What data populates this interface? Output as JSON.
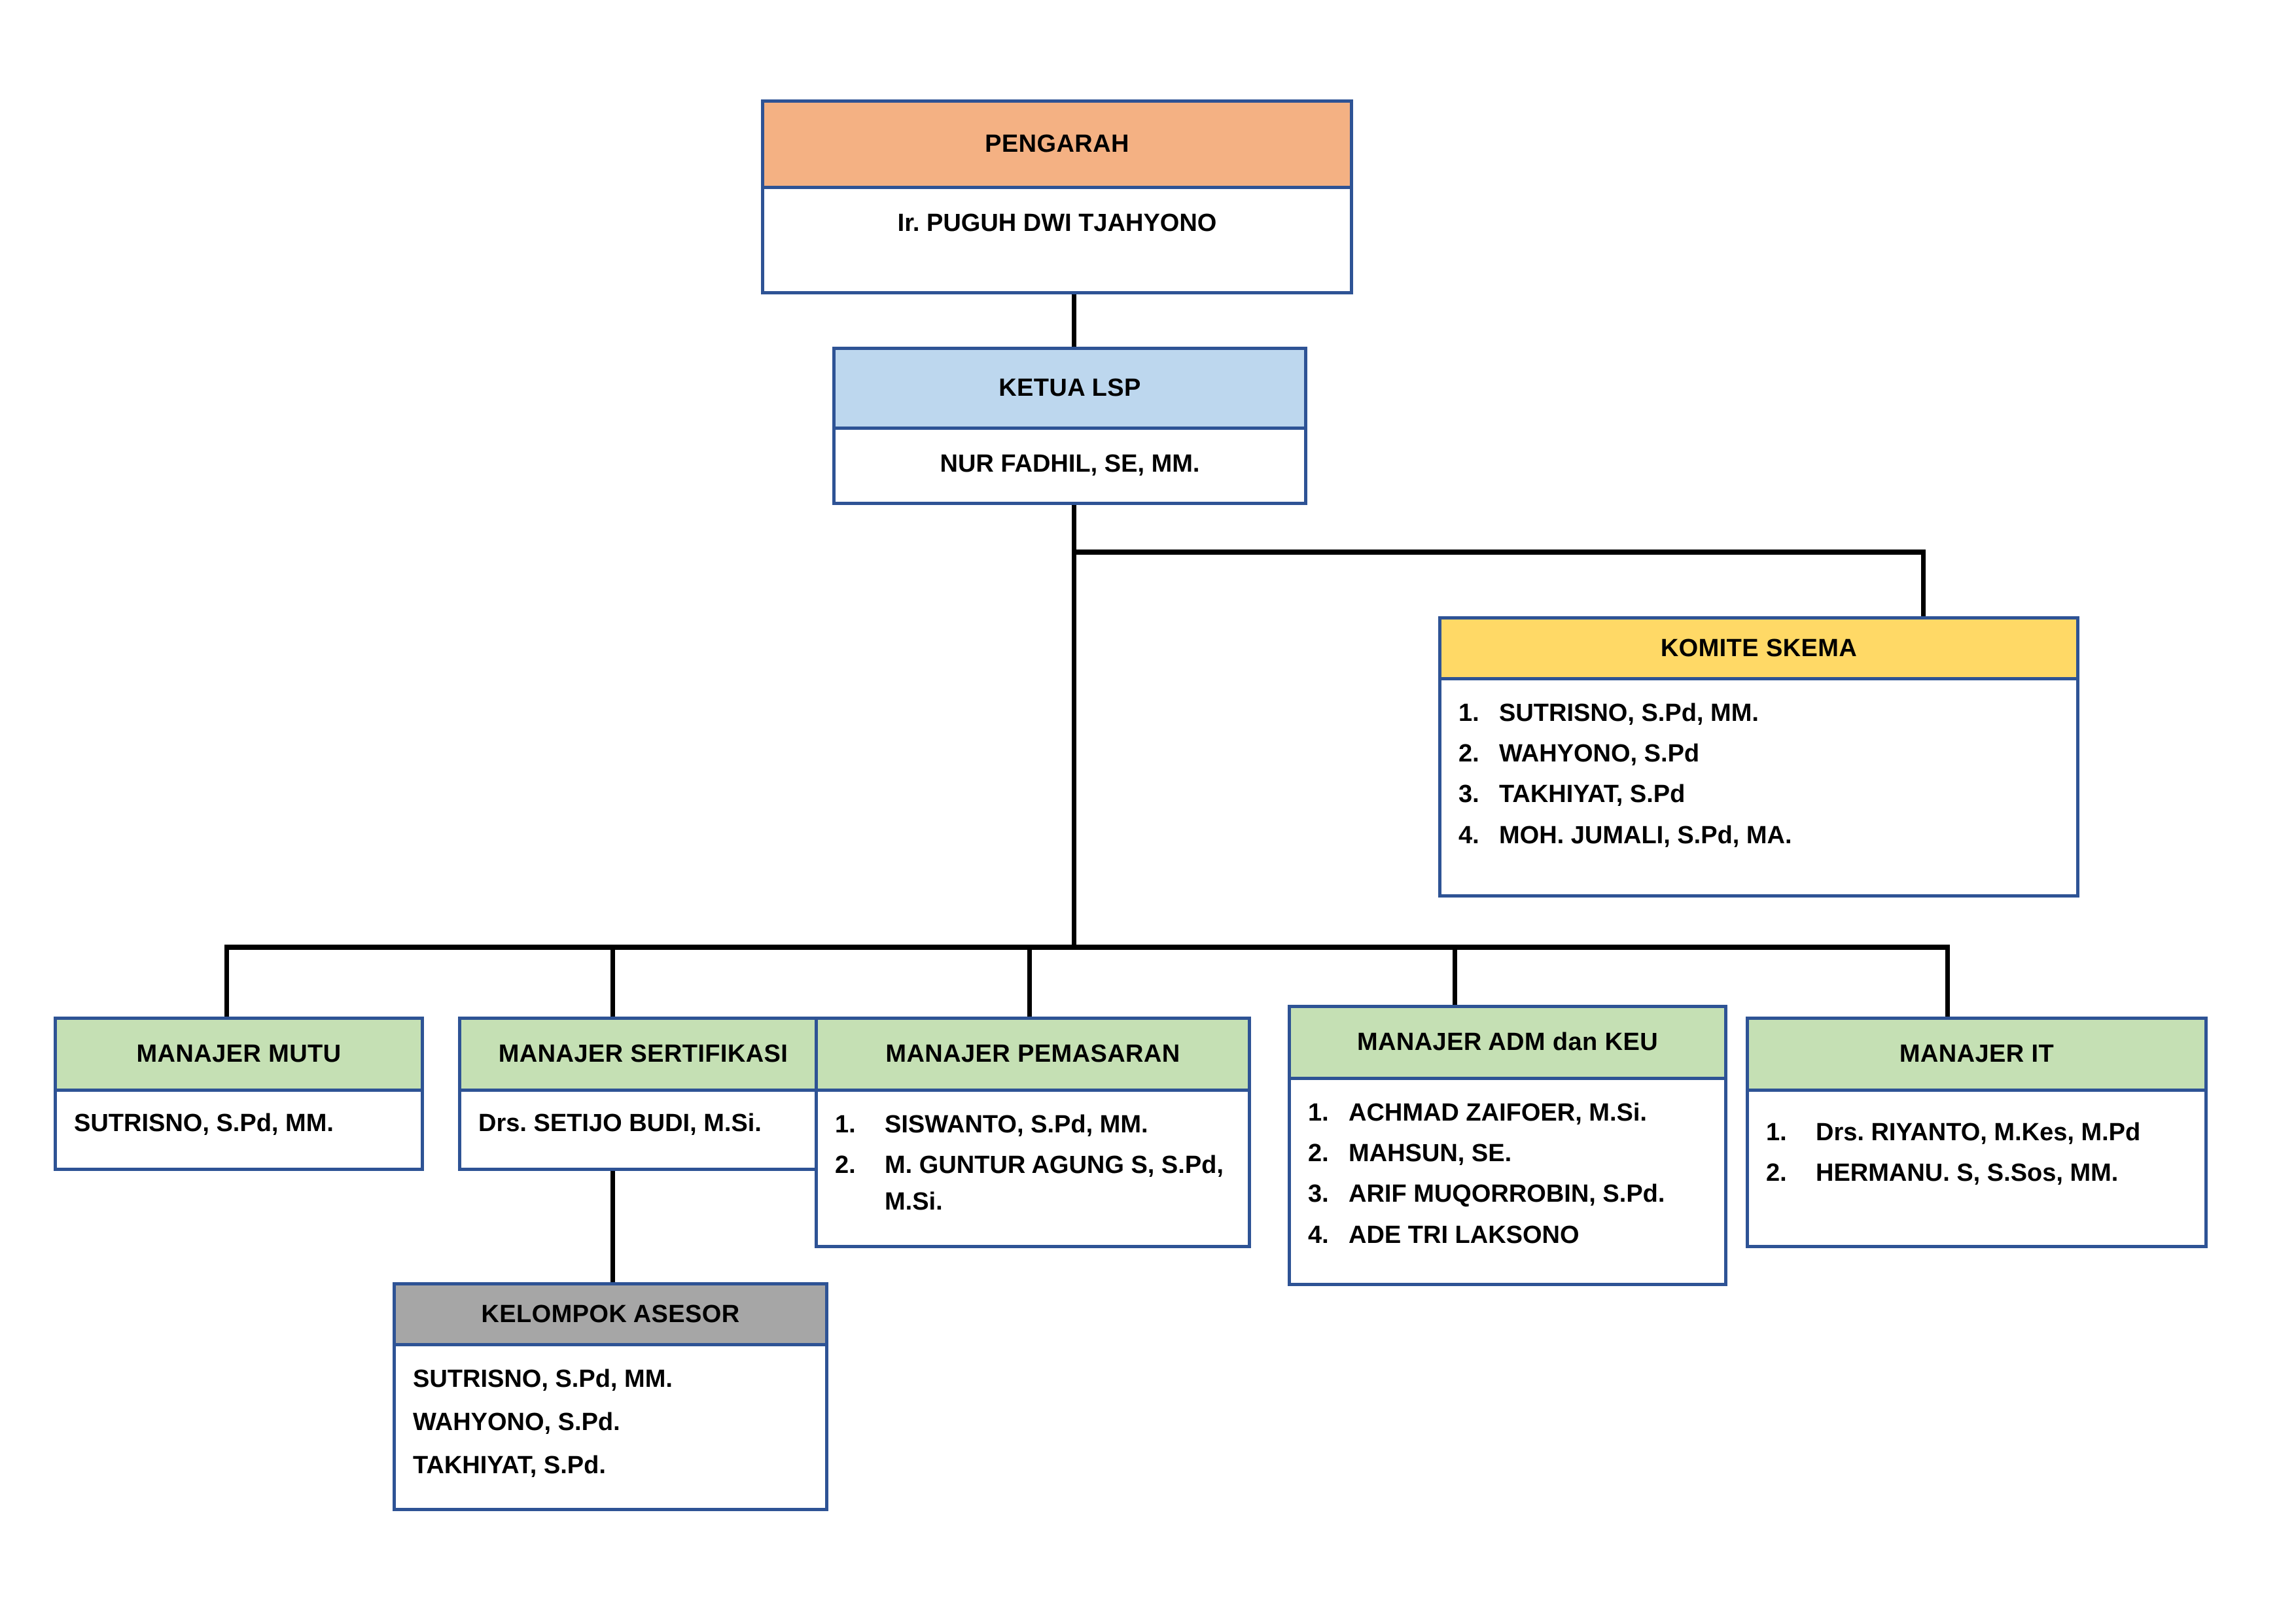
{
  "diagram": {
    "type": "organizational-chart",
    "title": "Struktur Organisasi LSP",
    "colors": {
      "border": "#2E5395",
      "connector": "#000000",
      "pengarah_header": "#F4B183",
      "ketua_header": "#BDD7EE",
      "komite_header": "#FFD966",
      "manajer_header": "#C5E0B4",
      "asesor_header": "#A6A6A6",
      "body_background": "#FFFFFF"
    }
  },
  "nodes": {
    "pengarah": {
      "header": "PENGARAH",
      "name": "Ir. PUGUH DWI TJAHYONO"
    },
    "ketua_lsp": {
      "header": "KETUA LSP",
      "name": "NUR FADHIL, SE, MM."
    },
    "komite_skema": {
      "header": "KOMITE SKEMA",
      "members": [
        "SUTRISNO, S.Pd, MM.",
        "WAHYONO, S.Pd",
        "TAKHIYAT, S.Pd",
        "MOH. JUMALI, S.Pd, MA."
      ]
    },
    "manajer_mutu": {
      "header": "MANAJER MUTU",
      "name": "SUTRISNO, S.Pd, MM."
    },
    "manajer_sertifikasi": {
      "header": "MANAJER SERTIFIKASI",
      "name": "Drs. SETIJO BUDI, M.Si."
    },
    "manajer_pemasaran": {
      "header": "MANAJER PEMASARAN",
      "members": [
        "SISWANTO, S.Pd, MM.",
        "M. GUNTUR AGUNG S, S.Pd, M.Si."
      ]
    },
    "manajer_adm_keu": {
      "header": "MANAJER ADM dan KEU",
      "members": [
        "ACHMAD ZAIFOER, M.Si.",
        "MAHSUN, SE.",
        "ARIF MUQORROBIN, S.Pd.",
        "ADE TRI LAKSONO"
      ]
    },
    "manajer_it": {
      "header": "MANAJER IT",
      "members": [
        "Drs. RIYANTO, M.Kes, M.Pd",
        "HERMANU. S, S.Sos, MM."
      ]
    },
    "kelompok_asesor": {
      "header": "KELOMPOK ASESOR",
      "members": [
        "SUTRISNO, S.Pd, MM.",
        "WAHYONO, S.Pd.",
        "TAKHIYAT, S.Pd."
      ]
    }
  }
}
